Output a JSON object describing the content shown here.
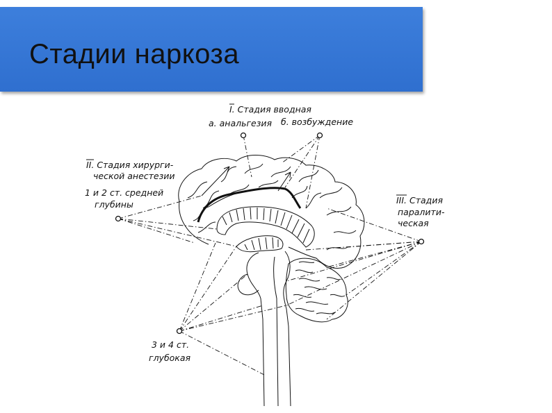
{
  "slide": {
    "title": "Стадии наркоза",
    "accent_color": "#3378d6"
  },
  "diagram": {
    "stage1": {
      "title": "I. Стадия вводная",
      "sub_a": "а. анальгезия",
      "sub_b": "б. возбуждение"
    },
    "stage2": {
      "title_line1": "II. Стадия хирурги-",
      "title_line2": "ческой анестезии",
      "level12_line1": "1 и 2 ст. средней",
      "level12_line2": "глубины",
      "level34_line1": "3 и 4 ст.",
      "level34_line2": "глубокая"
    },
    "stage3": {
      "line1": "III. Стадия",
      "line2": "паралити-",
      "line3": "ческая"
    }
  }
}
